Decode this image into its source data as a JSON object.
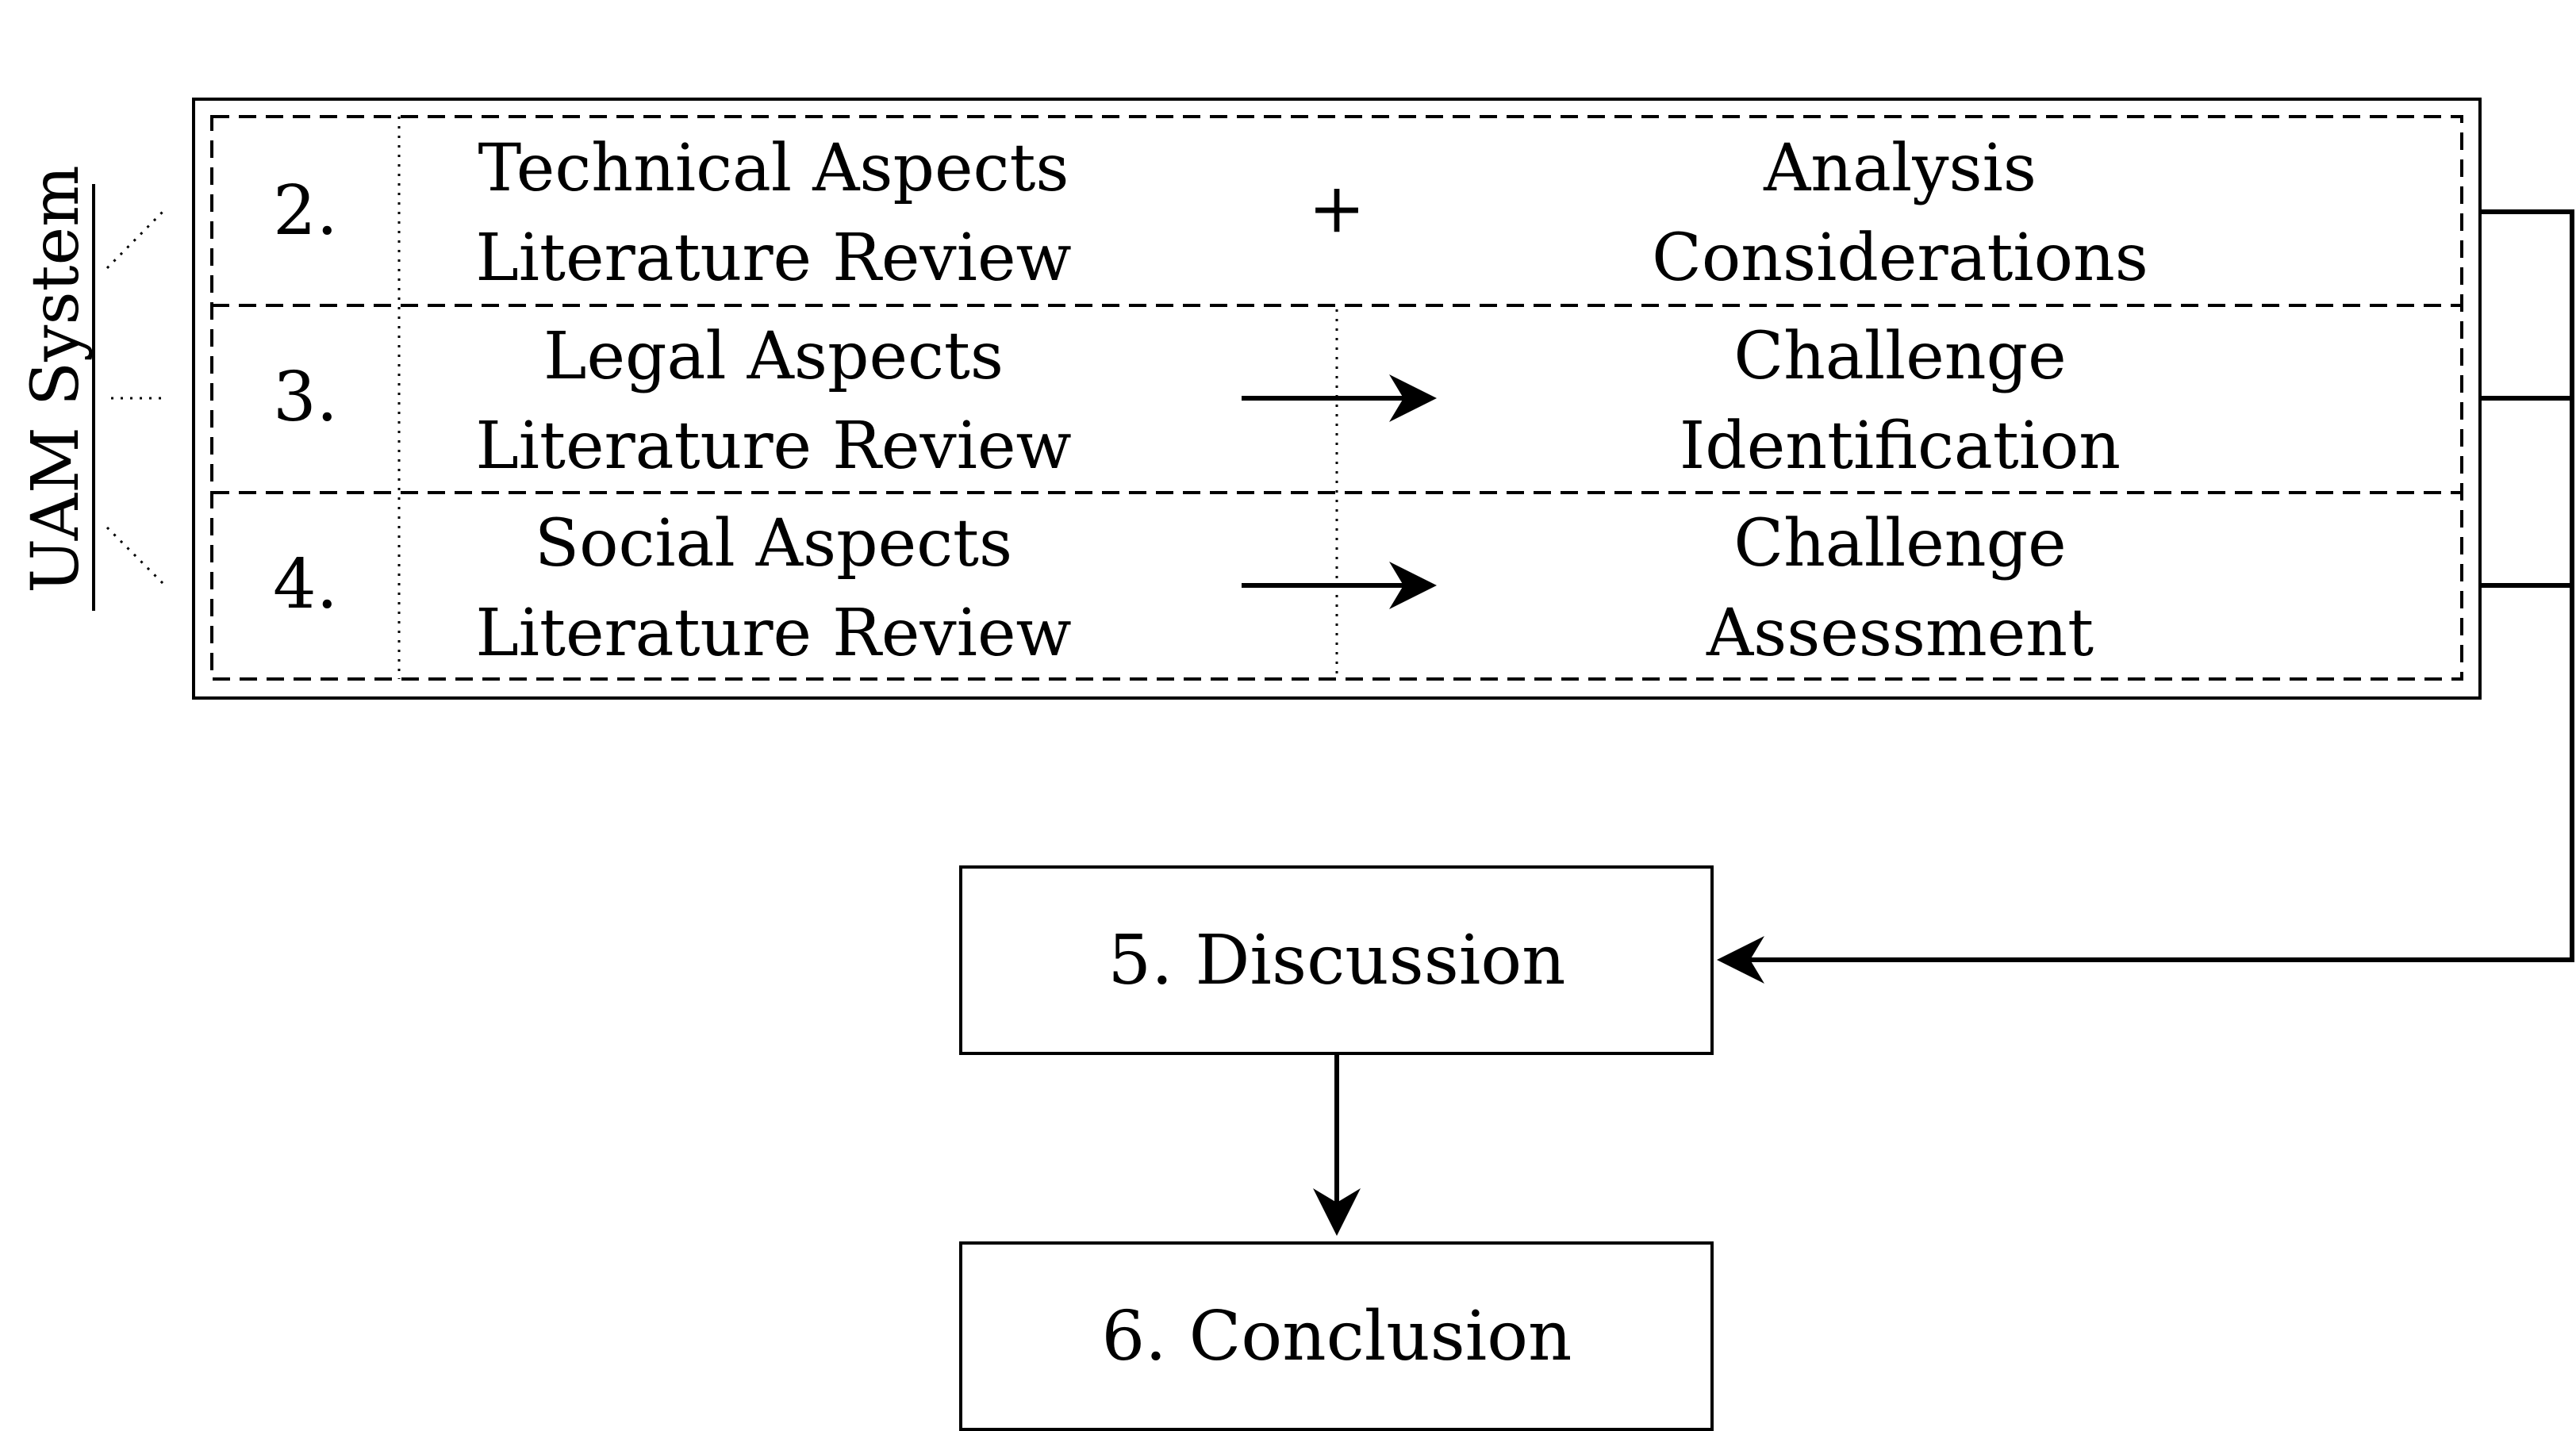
{
  "side_label": "UAM System",
  "rows": [
    {
      "number": "2.",
      "line1": "Technical Aspects",
      "line2": "Literature Review",
      "connector": "+",
      "result_line1": "Analysis",
      "result_line2": "Considerations"
    },
    {
      "number": "3.",
      "line1": "Legal Aspects",
      "line2": "Literature Review",
      "connector": "arrow",
      "result_line1": "Challenge",
      "result_line2": "Identification"
    },
    {
      "number": "4.",
      "line1": "Social Aspects",
      "line2": "Literature Review",
      "connector": "arrow",
      "result_line1": "Challenge",
      "result_line2": "Assessment"
    }
  ],
  "discussion": {
    "number": "5.",
    "label": "Discussion"
  },
  "conclusion": {
    "number": "6.",
    "label": "Conclusion"
  },
  "colors": {
    "stroke": "#000000",
    "background": "#ffffff"
  }
}
